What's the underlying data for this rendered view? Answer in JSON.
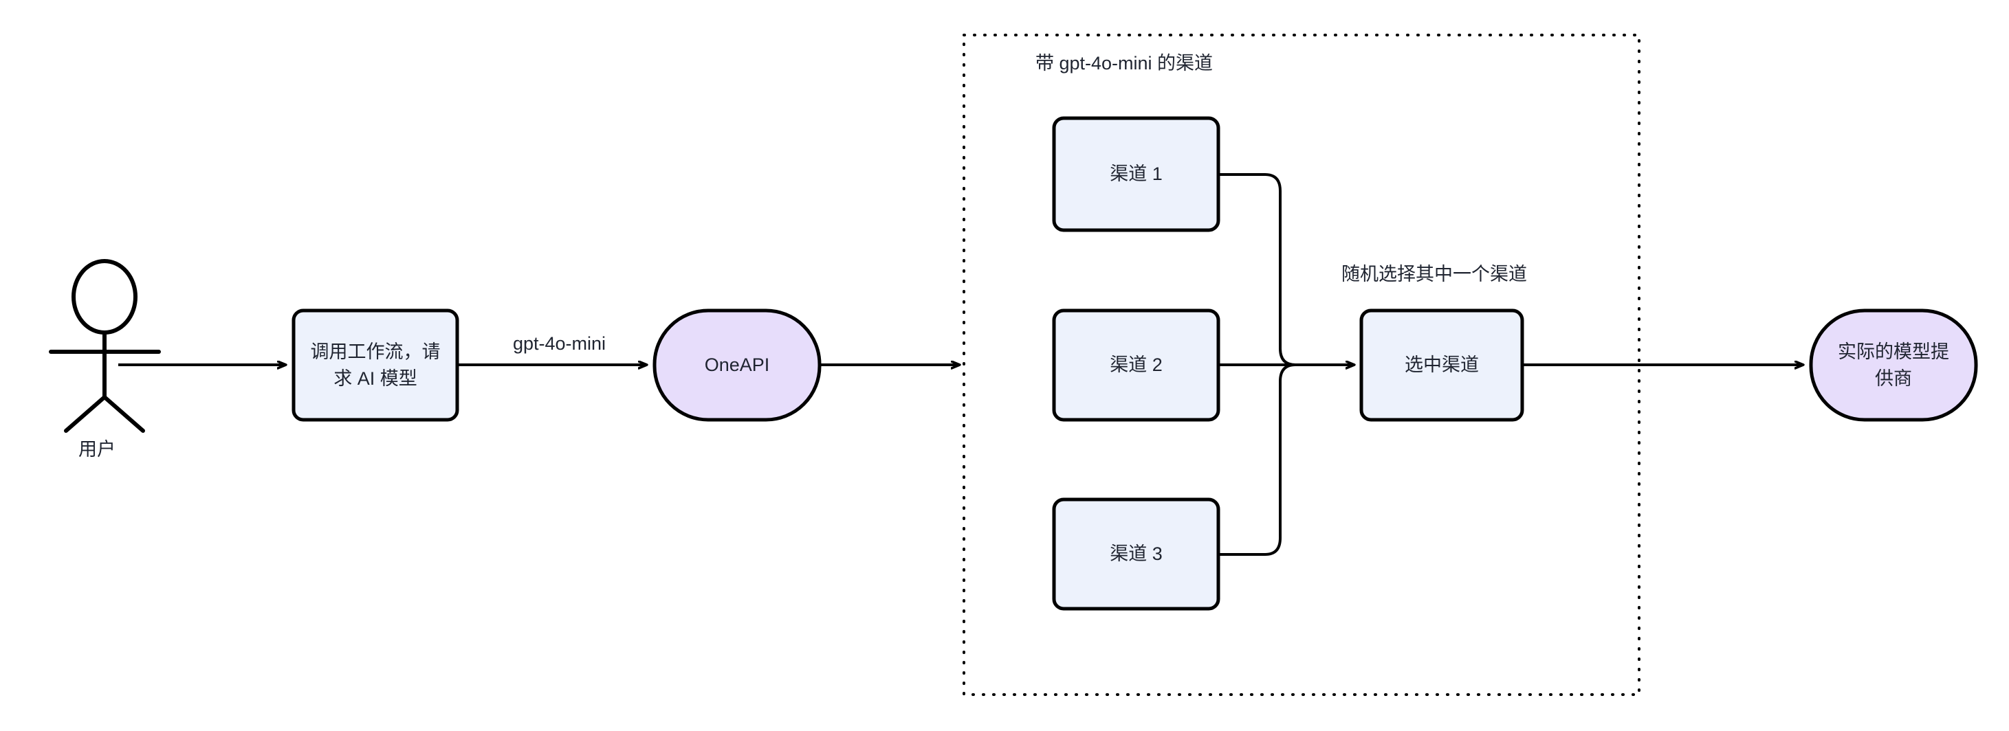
{
  "diagram": {
    "title_text_present": false,
    "background_color": "#ffffff",
    "colors": {
      "process_fill": "#EDF2FC",
      "process_stroke": "#000000",
      "endpoint_fill": "#E7DDFB",
      "endpoint_stroke": "#000000",
      "edge_stroke": "#000000",
      "text": "#1f2430",
      "group_border": "#000000"
    },
    "actors": [
      {
        "id": "user",
        "icon": "stick-figure-actor",
        "label": "用户"
      }
    ],
    "nodes": [
      {
        "id": "workflow",
        "shape": "rounded-rect",
        "label": "调用工作流，请\n求 AI 模型"
      },
      {
        "id": "oneapi",
        "shape": "stadium",
        "label": "OneAPI"
      },
      {
        "id": "channel1",
        "shape": "rounded-rect",
        "label": "渠道 1"
      },
      {
        "id": "channel2",
        "shape": "rounded-rect",
        "label": "渠道 2"
      },
      {
        "id": "channel3",
        "shape": "rounded-rect",
        "label": "渠道 3"
      },
      {
        "id": "selected",
        "shape": "rounded-rect",
        "label": "选中渠道"
      },
      {
        "id": "provider",
        "shape": "stadium",
        "label": "实际的模型提\n供商"
      }
    ],
    "groups": [
      {
        "id": "channel-group",
        "style": "dotted-border",
        "label": "带 gpt-4o-mini 的渠道"
      }
    ],
    "annotations": [
      {
        "id": "random-pick-note",
        "label": "随机选择其中一个渠道"
      }
    ],
    "edges": [
      {
        "id": "user-to-workflow",
        "from": "user",
        "to": "workflow",
        "label": ""
      },
      {
        "id": "workflow-to-oneapi",
        "from": "workflow",
        "to": "oneapi",
        "label": "gpt-4o-mini"
      },
      {
        "id": "oneapi-to-group",
        "from": "oneapi",
        "to": "channel-group",
        "label": ""
      },
      {
        "id": "channel1-to-selected",
        "from": "channel1",
        "to": "selected",
        "label": ""
      },
      {
        "id": "channel2-to-selected",
        "from": "channel2",
        "to": "selected",
        "label": ""
      },
      {
        "id": "channel3-to-selected",
        "from": "channel3",
        "to": "selected",
        "label": ""
      },
      {
        "id": "selected-to-provider",
        "from": "selected",
        "to": "provider",
        "label": ""
      }
    ]
  }
}
